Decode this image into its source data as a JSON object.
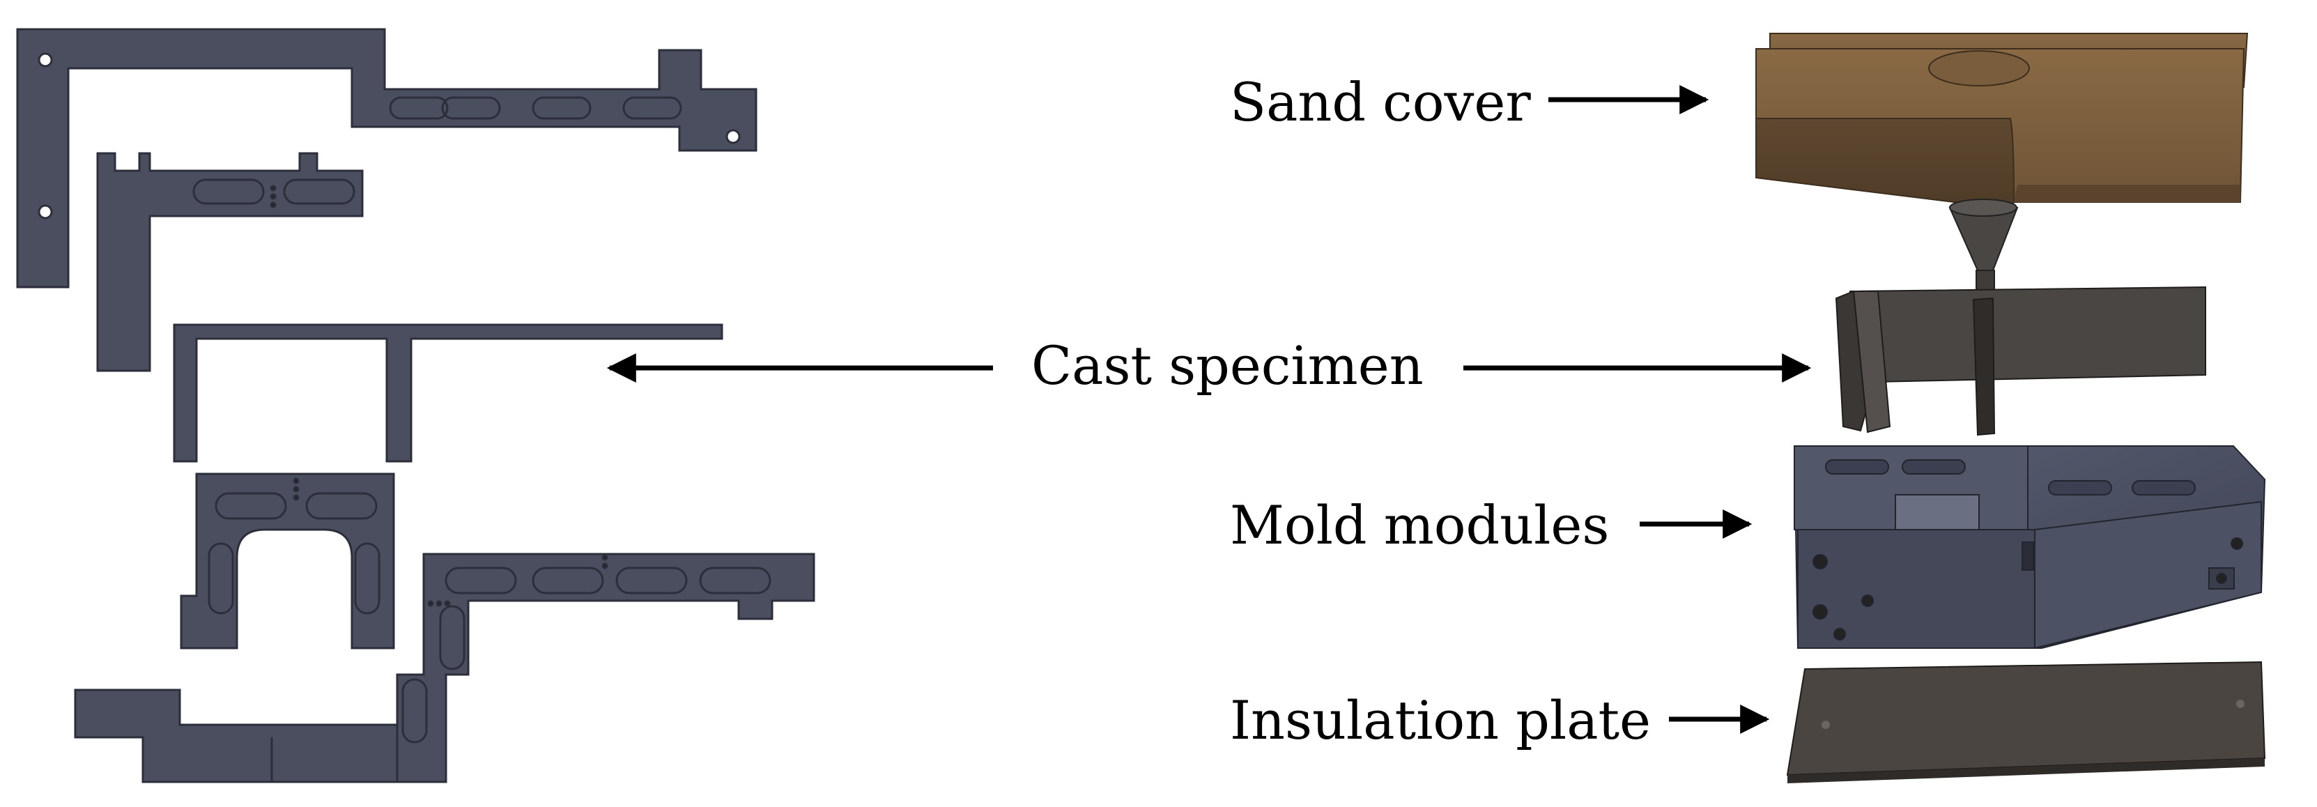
{
  "labels": {
    "sand_cover": "Sand cover",
    "cast_specimen": "Cast specimen",
    "mold_modules": "Mold modules",
    "insulation_plate": "Insulation plate"
  },
  "colors": {
    "part_fill": "#4a4e5f",
    "part_stroke": "#2c2f3b",
    "sand_cover": "#6e5436",
    "sand_cover_light": "#8a6a45",
    "specimen_dark": "#3f3c3a",
    "plate": "#443f3a",
    "arrow": "#000000"
  },
  "icons": {
    "arrow": "arrow-right"
  }
}
